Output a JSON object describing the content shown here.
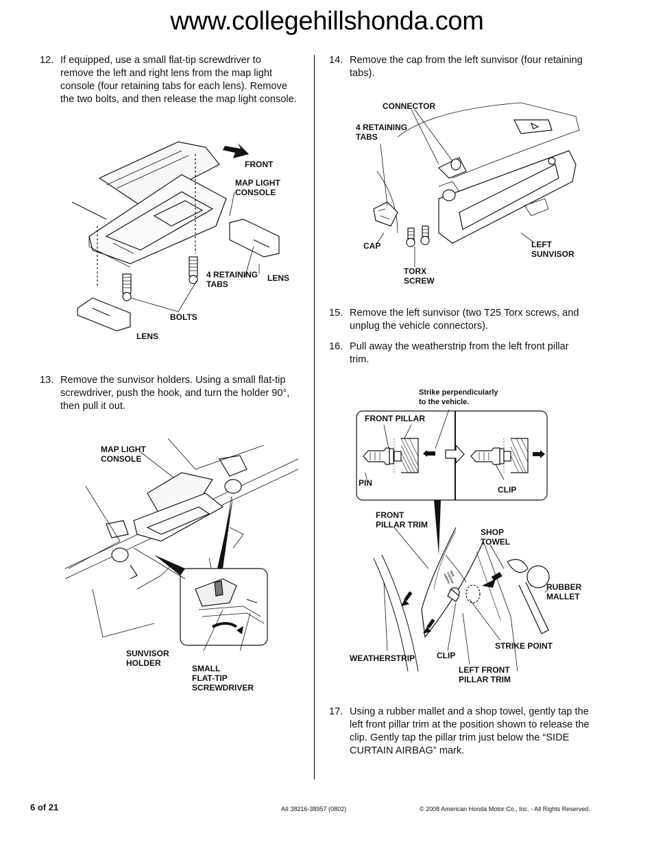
{
  "header": {
    "site": "www.collegehillshonda.com"
  },
  "steps": [
    {
      "num": "12.",
      "text": "If equipped, use a small flat-tip screwdriver to remove the left and right lens from the map light console (four retaining tabs for each lens). Remove the two bolts, and then release the map light console."
    },
    {
      "num": "13.",
      "text": "Remove the sunvisor holders. Using a small flat-tip screwdriver, push the hook, and turn the holder 90°, then pull it out."
    },
    {
      "num": "14.",
      "text": "Remove the cap from the left sunvisor (four retaining tabs)."
    },
    {
      "num": "15.",
      "text": "Remove the left sunvisor (two T25 Torx screws, and unplug the vehicle connectors)."
    },
    {
      "num": "16.",
      "text": "Pull away the weatherstrip from the left front pillar trim."
    },
    {
      "num": "17.",
      "text": "Using a rubber mallet and a shop towel, gently tap the left front pillar trim at the position shown to release the clip. Gently tap the pillar trim just below the “SIDE CURTAIN AIRBAG” mark."
    }
  ],
  "fig12": {
    "front": "FRONT",
    "map_light_console": "MAP LIGHT\nCONSOLE",
    "retaining_tabs": "4 RETAINING\nTABS",
    "lens_right": "LENS",
    "bolts": "BOLTS",
    "lens_left": "LENS"
  },
  "fig13": {
    "map_light_console": "MAP LIGHT\nCONSOLE",
    "sunvisor_holder": "SUNVISOR\nHOLDER",
    "screwdriver": "SMALL\nFLAT-TIP\nSCREWDRIVER"
  },
  "fig14": {
    "connector": "CONNECTOR",
    "retaining_tabs": "4 RETAINING\nTABS",
    "cap": "CAP",
    "torx_screw": "TORX\nSCREW",
    "left_sunvisor": "LEFT\nSUNVISOR"
  },
  "fig16": {
    "strike_note": "Strike perpendicularly\nto the vehicle.",
    "front_pillar": "FRONT PILLAR",
    "pin": "PIN",
    "clip_detail": "CLIP",
    "front_pillar_trim": "FRONT\nPILLAR TRIM",
    "shop_towel": "SHOP\nTOWEL",
    "rubber_mallet": "RUBBER\nMALLET",
    "strike_point": "STRIKE POINT",
    "weatherstrip": "WEATHERSTRIP",
    "clip": "CLIP",
    "left_front_pillar_trim": "LEFT FRONT\nPILLAR TRIM",
    "airbag_mark": "SIDE\nCURTAIN\nAIRBAG"
  },
  "footer": {
    "page": "6 of 21",
    "doc_number": "AII 38216-38957 (0802)",
    "copyright": "© 2008 American Honda Motor Co., Inc. - All Rights Reserved."
  }
}
